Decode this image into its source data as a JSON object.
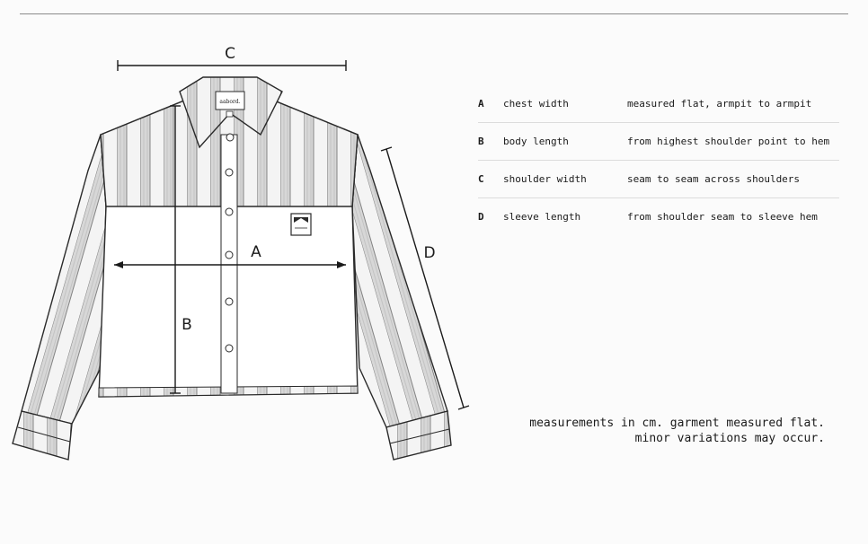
{
  "brand_label": "aabord.",
  "dimension_labels": {
    "a": "A",
    "b": "B",
    "c": "C",
    "d": "D"
  },
  "measurements": [
    {
      "key": "A",
      "name": "chest width",
      "description": "measured flat, armpit to armpit"
    },
    {
      "key": "B",
      "name": "body length",
      "description": "from highest shoulder point to hem"
    },
    {
      "key": "C",
      "name": "shoulder width",
      "description": "seam to seam across shoulders"
    },
    {
      "key": "D",
      "name": "sleeve length",
      "description": "from shoulder seam to sleeve hem"
    }
  ],
  "note": {
    "line1": "measurements in cm. garment measured flat.",
    "line2": "minor variations may occur."
  }
}
